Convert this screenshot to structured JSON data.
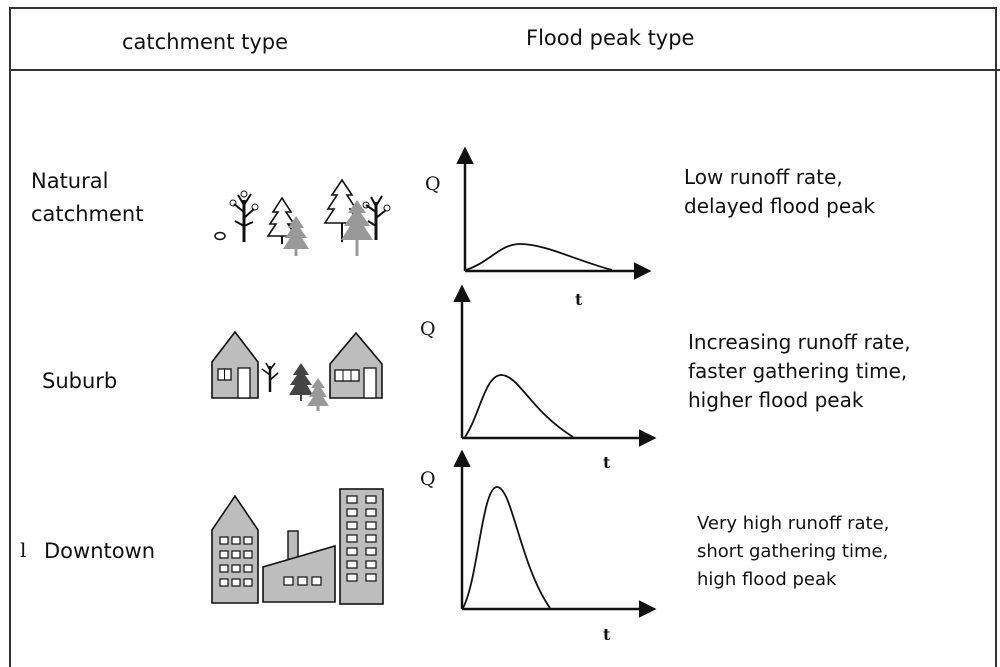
{
  "header": {
    "col_left": "catchment type",
    "col_right": "Flood peak type"
  },
  "margin_mark": "l",
  "rows": [
    {
      "label": "Natural\ncatchment",
      "icon": "trees-icon",
      "description": "Low runoff rate,\ndelayed flood peak",
      "y_axis": "Q",
      "x_axis": "t"
    },
    {
      "label": "Suburb",
      "icon": "houses-trees-icon",
      "description": "Increasing runoff rate,\nfaster gathering time,\nhigher flood peak",
      "y_axis": "Q",
      "x_axis": "t"
    },
    {
      "label": "Downtown",
      "icon": "city-buildings-icon",
      "description": "Very high runoff rate,\nshort gathering time,\nhigh flood peak",
      "y_axis": "Q",
      "x_axis": "t"
    }
  ],
  "colors": {
    "line": "#111111",
    "light_tree": "#999999",
    "building_fill": "#bdbdbd"
  }
}
